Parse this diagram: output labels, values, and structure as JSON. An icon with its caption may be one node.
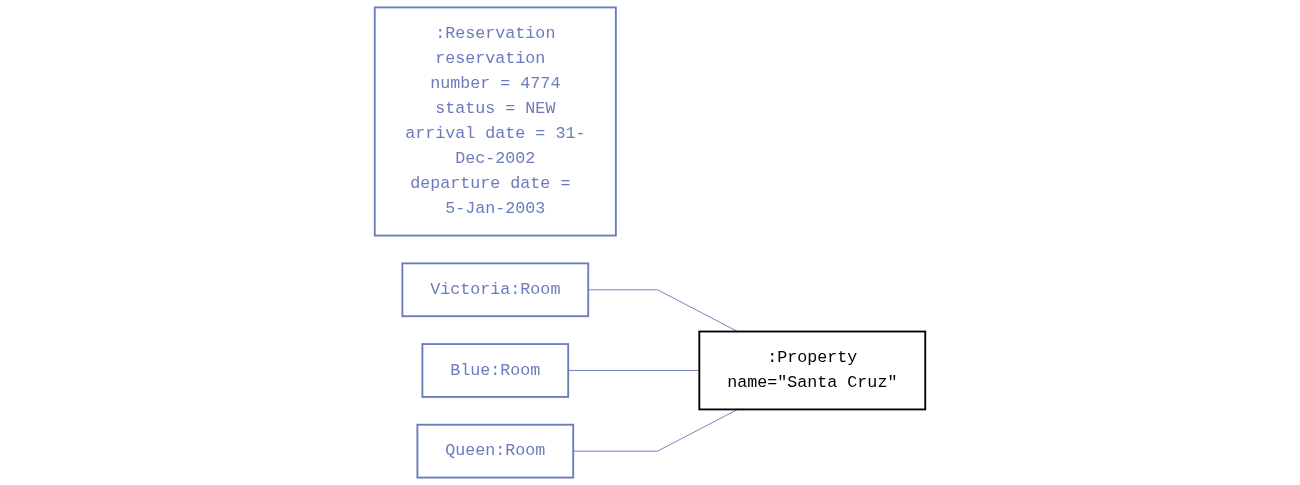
{
  "diagram": {
    "nodes": [
      {
        "text": [
          ":Reservation",
          "reservation number = 4774",
          "status = NEW",
          "arrival date = 31-Dec-2002",
          "departure date = 5-Jan-2003"
        ]
      },
      {
        "text": [
          "Victoria:Room"
        ]
      },
      {
        "text": [
          "Blue:Room"
        ]
      },
      {
        "text": [
          "Queen:Room"
        ]
      },
      {
        "text": [
          ":Property",
          "name=\"Santa Cruz\""
        ]
      }
    ],
    "edges": [
      {
        "from": 1,
        "to": 4,
        "arrow": "none"
      },
      {
        "from": 2,
        "to": 4,
        "arrow": "none"
      },
      {
        "from": 3,
        "to": 4,
        "arrow": "none"
      }
    ]
  }
}
